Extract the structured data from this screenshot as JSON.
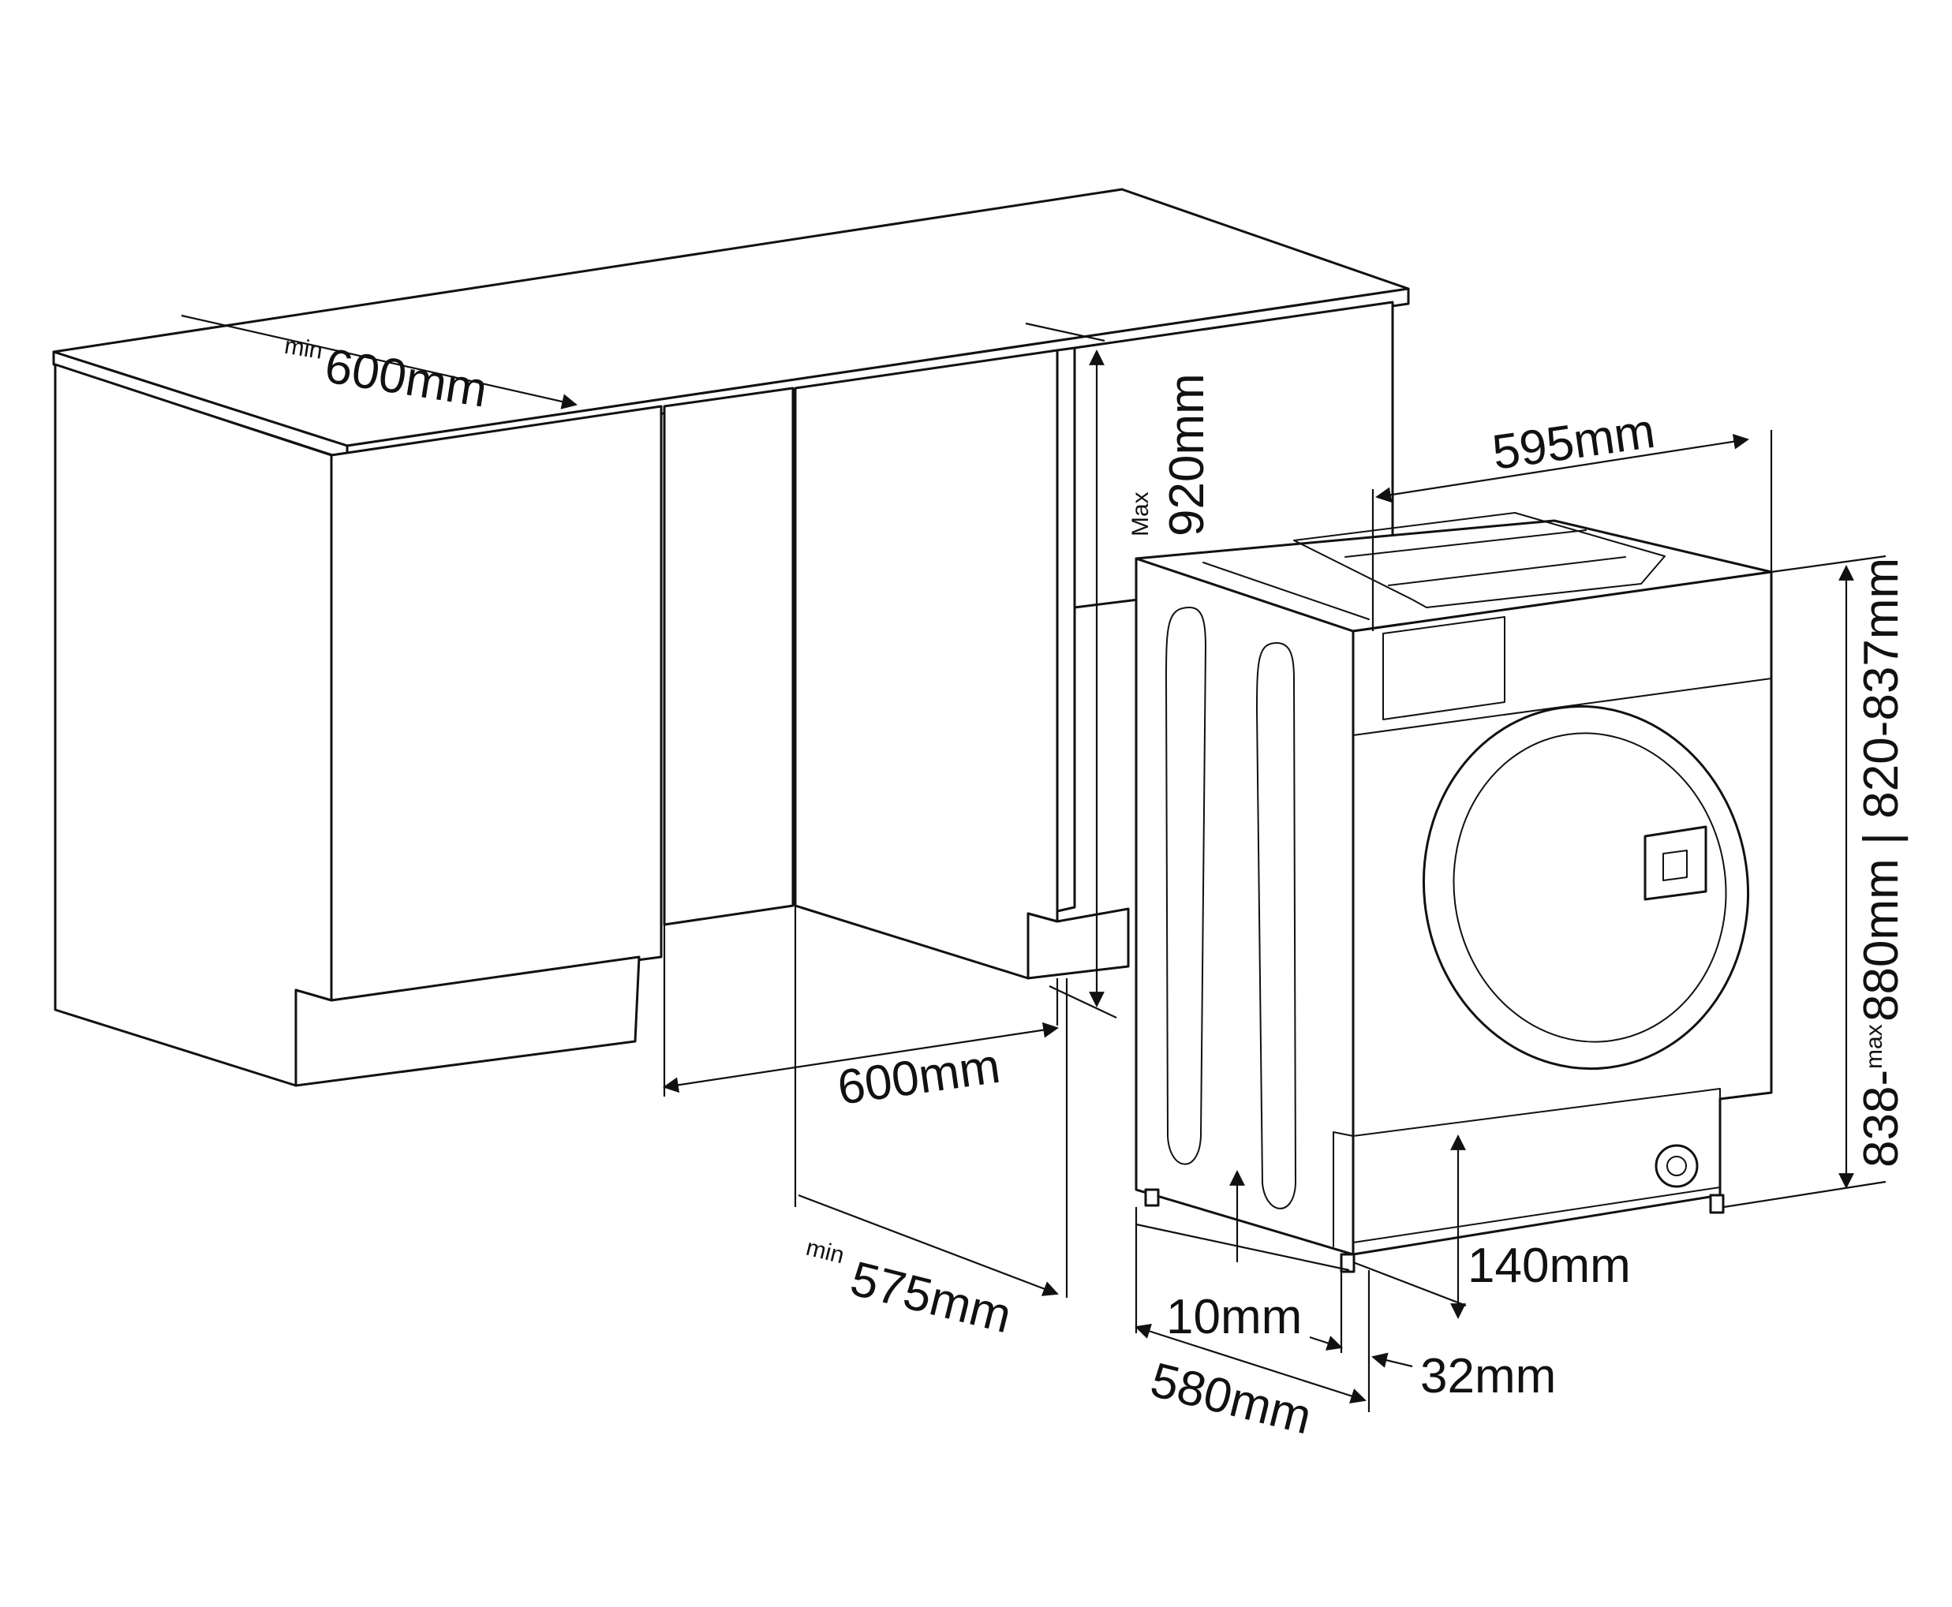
{
  "labels": {
    "cabinet_depth_min_prefix": "min",
    "cabinet_depth": "600mm",
    "niche_height_max_prefix": "Max",
    "niche_height": "920mm",
    "machine_width": "595mm",
    "machine_height_range": "838-",
    "machine_height_max_prefix": "max",
    "machine_height_max": "880mm | 820-837mm",
    "niche_width": "600mm",
    "niche_depth_min_prefix": "min",
    "niche_depth": "575mm",
    "foot_height": "10mm",
    "plinth_height": "140mm",
    "door_offset": "32mm",
    "machine_depth": "580mm"
  }
}
